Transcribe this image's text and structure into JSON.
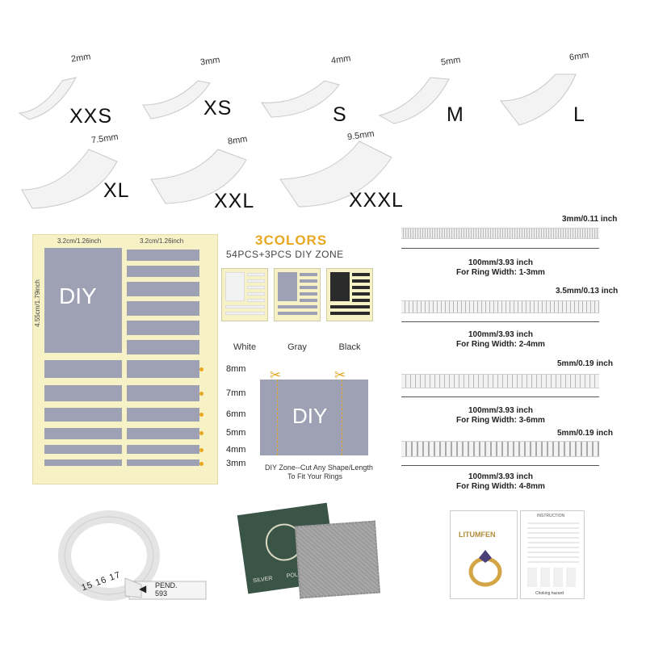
{
  "sizer_pads": [
    {
      "label": "XXS",
      "width": "2mm"
    },
    {
      "label": "XS",
      "width": "3mm"
    },
    {
      "label": "S",
      "width": "4mm"
    },
    {
      "label": "M",
      "width": "5mm"
    },
    {
      "label": "L",
      "width": "6mm"
    },
    {
      "label": "XL",
      "width": "7.5mm"
    },
    {
      "label": "XXL",
      "width": "8mm"
    },
    {
      "label": "XXXL",
      "width": "9.5mm"
    }
  ],
  "sheet": {
    "col1_width": "3.2cm/1.26inch",
    "col2_width": "3.2cm/1.26inch",
    "diy_height": "4.55cm/1.79inch",
    "diy_label": "DIY",
    "sizes": [
      "8mm",
      "7mm",
      "6mm",
      "5mm",
      "4mm",
      "3mm"
    ]
  },
  "colors_panel": {
    "title": "3COLORS",
    "subtitle": "54PCS+3PCS DIY ZONE",
    "swatches": [
      {
        "label": "White",
        "color": "#f2f2f2"
      },
      {
        "label": "Gray",
        "color": "#9ea0b4"
      },
      {
        "label": "Black",
        "color": "#2b2b2b"
      }
    ],
    "diy_label": "DIY",
    "diy_caption_1": "DIY Zone--Cut Any Shape/Length",
    "diy_caption_2": "To Fit Your Rings"
  },
  "spiral_adjusters": [
    {
      "thickness": "3mm/0.11 inch",
      "length": "100mm/3.93 inch",
      "ring_width": "For Ring Width: 1-3mm"
    },
    {
      "thickness": "3.5mm/0.13 inch",
      "length": "100mm/3.93 inch",
      "ring_width": "For Ring Width: 2-4mm"
    },
    {
      "thickness": "5mm/0.19 inch",
      "length": "100mm/3.93 inch",
      "ring_width": "For Ring Width: 3-6mm"
    },
    {
      "thickness": "5mm/0.19 inch",
      "length": "100mm/3.93 inch",
      "ring_width": "For Ring Width: 4-8mm"
    }
  ],
  "ring_sizer": {
    "numbers": "15 16 17",
    "tag_line1": "PEND.",
    "tag_line2": "593"
  },
  "cloth": {
    "text_silver": "SILVER",
    "text_polishing": "POLISHING"
  },
  "instruction_card": {
    "brand": "LITUMFEN",
    "header": "INSTRUCTION",
    "hazard": "Choking hazard"
  }
}
